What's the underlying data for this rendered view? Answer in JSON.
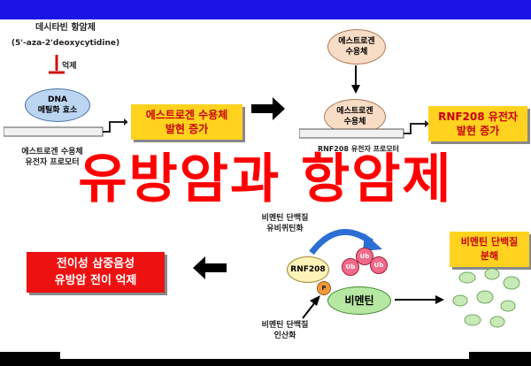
{
  "drug": {
    "name": "데시타빈 항암제",
    "compound": "(5'-aza-2'deoxycytidine)",
    "inhibit_label": "억제"
  },
  "dnmt": {
    "label_line1": "DNA",
    "label_line2": "메틸화 효소"
  },
  "er_promoter": {
    "line1": "에스트로겐 수용체",
    "line2": "유전자 프로모터"
  },
  "er_increase": {
    "line1": "에스트로겐 수용체",
    "line2": "발현 증가"
  },
  "er_top": {
    "line1": "에스트로겐",
    "line2": "수용체"
  },
  "er_bound": {
    "line1": "에스트로겐",
    "line2": "수용체"
  },
  "rnf_promoter": "RNF208 유전자 프로모터",
  "rnf_increase": {
    "line1": "RNF208 유전자",
    "line2": "발현 증가"
  },
  "main_title": "유방암과 항암제",
  "ubiquitination": {
    "line1": "비멘틴 단백질",
    "line2": "유비퀴틴화"
  },
  "degradation": {
    "line1": "비멘틴 단백질",
    "line2": "분해"
  },
  "rnf208": "RNF208",
  "ub": [
    "Ub",
    "Ub",
    "Ub"
  ],
  "phospho": "P",
  "vimentin": "비멘틴",
  "phosphorylation": {
    "line1": "비멘틴 단백질",
    "line2": "인산화"
  },
  "metastasis": {
    "line1": "전이성 삼중음성",
    "line2": "유방암 전이 억제"
  },
  "colors": {
    "top_bar": "#1a14e6",
    "title_red": "#ff0000",
    "yellow_box": "#ffd21f",
    "red_box": "#ee1111",
    "dnmt_fill": "#bcd6f2",
    "er_fill": "#f7dcc6",
    "vimentin_fill": "#b6e7a3",
    "rnf_fill": "#fff3b8"
  }
}
